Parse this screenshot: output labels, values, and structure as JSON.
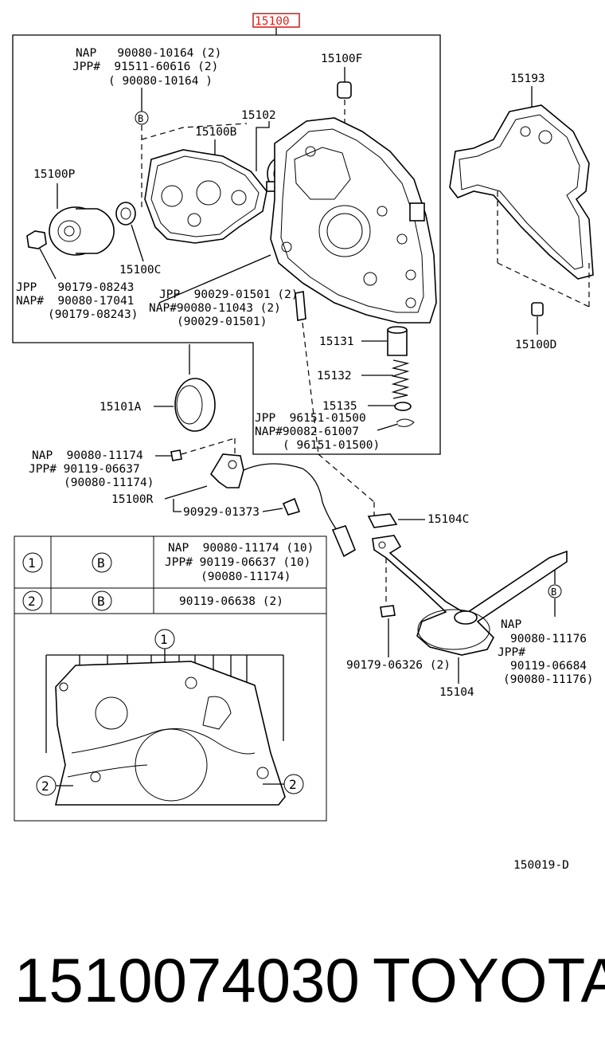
{
  "diagram": {
    "main_ref": "15100",
    "main_ref_color": "#e0201c",
    "bolt_group_top": {
      "line1": "NAP   90080-10164 (2)",
      "line2": "JPP#  91511-60616 (2)",
      "line3": "( 90080-10164 )"
    },
    "ref_15100F": "15100F",
    "ref_15102": "15102",
    "ref_15100B": "15100B",
    "ref_15100P": "15100P",
    "ref_15100C": "15100C",
    "ref_15193": "15193",
    "ref_15100D": "15100D",
    "bolt_group_pulley": {
      "line1": "JPP   90179-08243",
      "line2": "NAP#  90080-17041",
      "line3": "(90179-08243)"
    },
    "bolt_group_mid": {
      "line1": "JPP  90029-01501 (2)",
      "line2": "NAP#90080-11043 (2)",
      "line3": "(90029-01501)"
    },
    "ref_15131": "15131",
    "ref_15132": "15132",
    "ref_15135": "15135",
    "clip_group": {
      "line1": "JPP  96151-01500",
      "line2": "NAP#90082-61007",
      "line3": "( 96151-01500)"
    },
    "ref_15101A": "15101A",
    "bolt_group_sensor": {
      "line1": "NAP  90080-11174",
      "line2": "JPP# 90119-06637",
      "line3": "(90080-11174)"
    },
    "ref_15100R": "15100R",
    "ref_90929": "90929-01373",
    "ref_15104C": "15104C",
    "bolt_group_strainer": {
      "line1": "NAP",
      "line2": "90080-11176",
      "line3": "JPP#",
      "line4": "90119-06684",
      "line5": "(90080-11176)"
    },
    "ref_90179": "90179-06326 (2)",
    "ref_15104": "15104",
    "table": {
      "row1_num": "1",
      "row1_marker": "B",
      "row1_line1": "NAP  90080-11174 (10)",
      "row1_line2": "JPP# 90119-06637 (10)",
      "row1_line3": "(90080-11174)",
      "row2_num": "2",
      "row2_marker": "B",
      "row2_part": "90119-06638 (2)"
    },
    "inset_marker_top": "1",
    "inset_marker_left": "2",
    "inset_marker_right": "2",
    "marker_b_top": "B",
    "marker_b_strainer": "B",
    "drawing_code": "150019-D"
  },
  "footer": {
    "part_number": "1510074030",
    "brand": "TOYOTA"
  }
}
